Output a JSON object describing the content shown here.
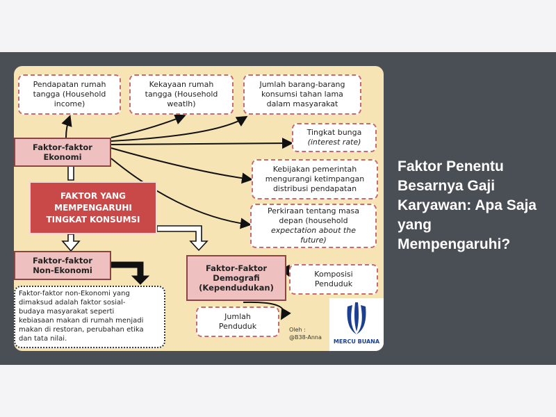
{
  "headline": "Faktor Penentu Besarnya Gaji Karyawan: Apa Saja yang Mempengaruhi?",
  "diagram": {
    "center": [
      "FAKTOR YANG",
      "MEMPENGARUHI",
      "TINGKAT KONSUMSI"
    ],
    "ekonomi": [
      "Faktor-faktor",
      "Ekonomi"
    ],
    "non_ekonomi": [
      "Faktor-faktor",
      "Non-Ekonomi"
    ],
    "demografi": [
      "Faktor-Faktor",
      "Demografi",
      "(Kependudukan)"
    ],
    "pendapatan": [
      "Pendapatan rumah",
      "tangga (Household",
      "income)"
    ],
    "kekayaan": [
      "Kekayaan rumah",
      "tangga (Household",
      "weatlh)"
    ],
    "jumlah_barang": [
      "Jumlah barang-barang",
      "konsumsi tahan lama",
      "dalam masyarakat"
    ],
    "bunga": [
      "Tingkat bunga",
      "(interest rate)"
    ],
    "kebijakan": [
      "Kebijakan pemerintah",
      "mengurangi ketimpangan",
      "distribusi pendapatan"
    ],
    "perkiraan": [
      "Perkiraan tentang masa",
      "depan (household",
      "expectation about the",
      "future)"
    ],
    "komposisi": [
      "Komposisi",
      "Penduduk"
    ],
    "jumlah_penduduk": [
      "Jumlah",
      "Penduduk"
    ],
    "non_ekonomi_note": [
      "Faktor-faktor non-Ekonomi yang",
      "dimaksud adalah faktor sosial-",
      "budaya masyarakat seperti",
      "kebiasaan makan di rumah menjadi",
      "makan di restoran, perubahan etika",
      "dan tata nilai."
    ],
    "credit": [
      "Oleh :",
      "@B38-Anna"
    ],
    "logo_text": "MERCU BUANA"
  },
  "colors": {
    "band": "#4a4e55",
    "panel": "#f6e4b4",
    "center_box": "#c94848",
    "factor_box": "#eec0c0",
    "dashed_border": "#c96a6a"
  }
}
